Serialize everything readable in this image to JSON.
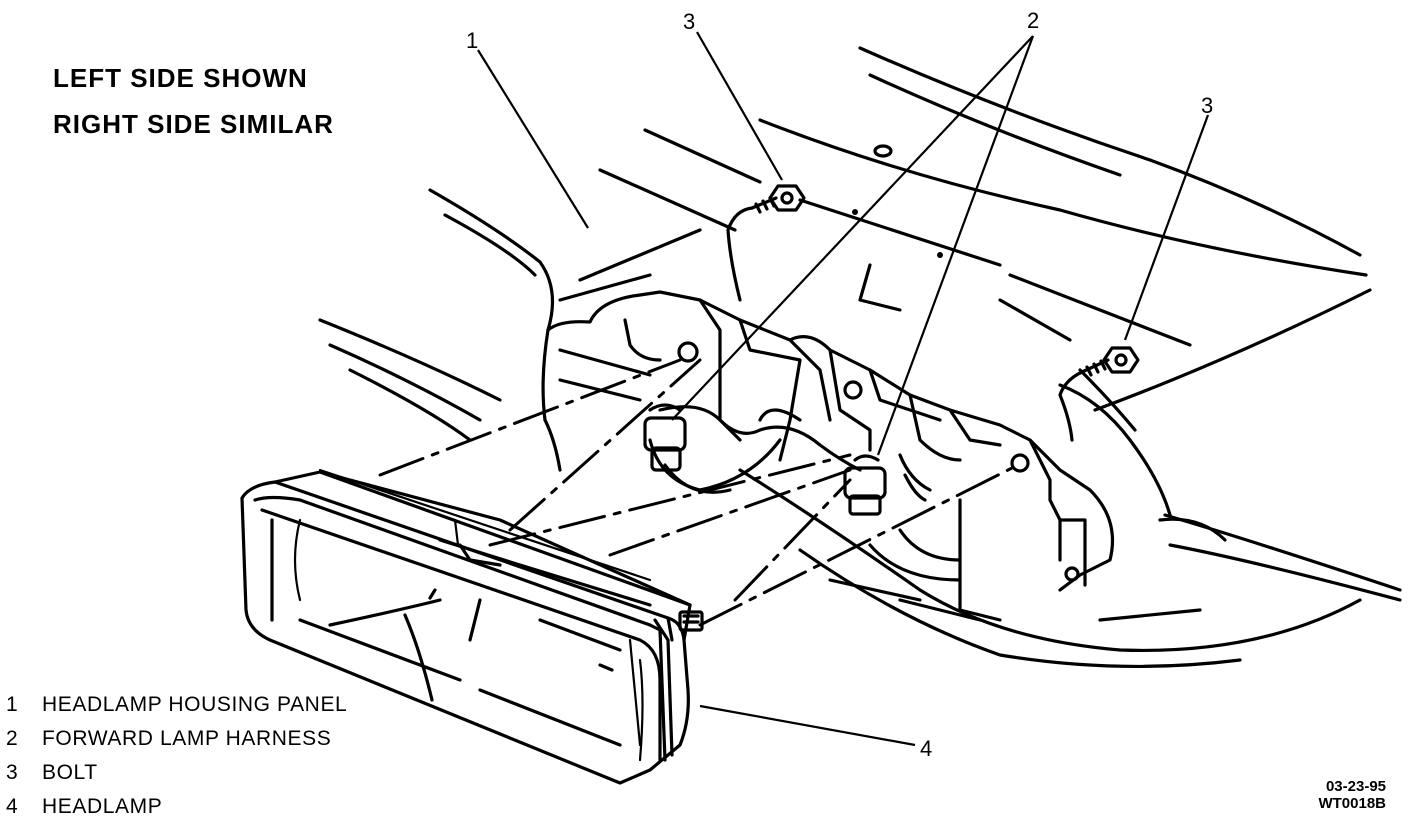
{
  "notes": {
    "line1": "LEFT SIDE SHOWN",
    "line2": "RIGHT SIDE SIMILAR"
  },
  "callouts": {
    "c1": "1",
    "c2": "2",
    "c3a": "3",
    "c3b": "3",
    "c4": "4"
  },
  "legend": [
    {
      "num": "1",
      "label": "HEADLAMP HOUSING PANEL"
    },
    {
      "num": "2",
      "label": "FORWARD LAMP HARNESS"
    },
    {
      "num": "3",
      "label": "BOLT"
    },
    {
      "num": "4",
      "label": "HEADLAMP"
    }
  ],
  "stamp": {
    "date": "03-23-95",
    "code": "WT0018B"
  }
}
